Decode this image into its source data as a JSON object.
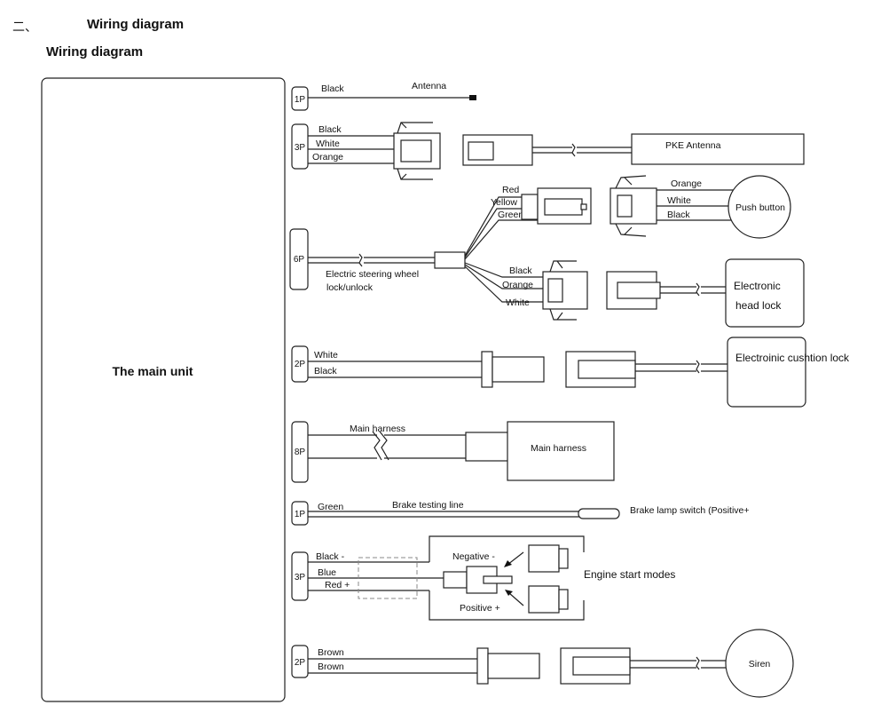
{
  "header": {
    "section_number": "二、",
    "title": "Wiring diagram",
    "subtitle": "Wiring diagram"
  },
  "main_unit": {
    "label": "The main unit"
  },
  "connectors": {
    "c1": {
      "pins": "1P",
      "wires": [
        "Black"
      ],
      "target": "Antenna"
    },
    "c2": {
      "pins": "3P",
      "wires": [
        "Black",
        "White",
        "Orange"
      ],
      "target": "PKE Antenna"
    },
    "c3": {
      "pins": "6P",
      "label_line1": "Electric steering wheel",
      "label_line2": "lock/unlock",
      "upper_wires": [
        "Red",
        "Yellow",
        "Green"
      ],
      "pushbutton_wires": [
        "Orange",
        "White",
        "Black"
      ],
      "pushbutton": "Push button",
      "lower_wires": [
        "Black",
        "Orange",
        "White"
      ],
      "headlock_line1": "Electronic",
      "headlock_line2": "head lock"
    },
    "c4": {
      "pins": "2P",
      "wires": [
        "White",
        "Black"
      ],
      "target": "Electroinic cushtion lock"
    },
    "c5": {
      "pins": "8P",
      "wire_label": "Main harness",
      "target": "Main harness"
    },
    "c6": {
      "pins": "1P",
      "wires": [
        "Green"
      ],
      "wire_label": "Brake testing line",
      "target": "Brake lamp switch (Positive+"
    },
    "c7": {
      "pins": "3P",
      "wires": [
        "Black -",
        "Blue",
        "Red +"
      ],
      "negative": "Negative -",
      "positive": "Positive +",
      "target": "Engine start modes"
    },
    "c8": {
      "pins": "2P",
      "wires": [
        "Brown",
        "Brown"
      ],
      "target": "Siren"
    }
  }
}
